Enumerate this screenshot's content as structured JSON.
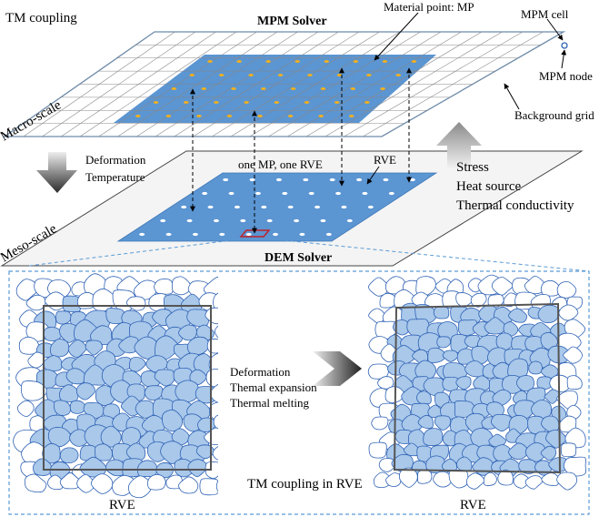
{
  "labels": {
    "tm_coupling": "TM coupling",
    "mpm_solver": "MPM Solver",
    "material_point": "Material point: MP",
    "mpm_cell": "MPM cell",
    "mpm_node": "MPM node",
    "background_grid": "Background grid",
    "macro_scale": "Macro-scale",
    "meso_scale": "Meso-scale",
    "deformation": "Deformation",
    "temperature": "Temperature",
    "one_mp_one_rve": "one MP, one RVE",
    "rve_top": "RVE",
    "stress": "Stress",
    "heat_source": "Heat source",
    "thermal_conductivity": "Thermal conductivity",
    "dem_solver": "DEM Solver",
    "proc_deformation": "Deformation",
    "proc_thermal_expansion": "Themal expansion",
    "proc_thermal_melting": "Thermal melting",
    "tm_coupling_rve": "TM coupling in RVE",
    "rve_left": "RVE",
    "rve_right": "RVE"
  },
  "colors": {
    "grid_line": "#5b8fc7",
    "mp_region": "#5b95d2",
    "material_point": "#f0b020",
    "rve_marker": "#ffffff",
    "particle_fill": "#a9c8ea",
    "particle_stroke": "#2f62b5",
    "rve_box": "#555555",
    "dashed_frame": "#5b9bd5",
    "selected_rve": "#c0202a"
  },
  "icons": {
    "upward_arrow": "up-arrow-icon",
    "downward_arrow": "down-arrow-icon",
    "process_arrow": "right-chevron-arrow-icon"
  }
}
